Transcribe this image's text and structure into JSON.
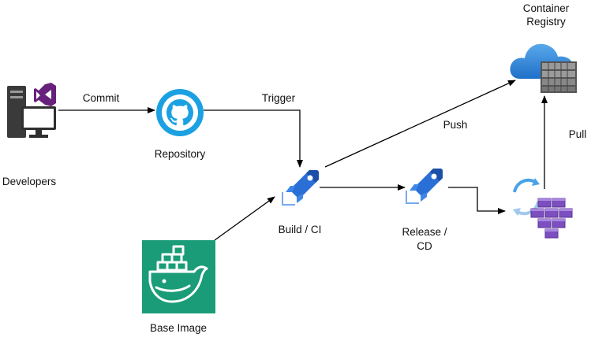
{
  "nodes": {
    "developers": {
      "label": "Developers",
      "icon": "developer-workstation-icon"
    },
    "repository": {
      "label": "Repository",
      "icon": "github-icon"
    },
    "build_ci": {
      "label": "Build / CI",
      "icon": "azure-pipelines-icon"
    },
    "release_cd": {
      "label_line1": "Release /",
      "label_line2": "CD",
      "icon": "azure-pipelines-icon"
    },
    "base_image": {
      "label": "Base Image",
      "icon": "docker-icon"
    },
    "container_registry": {
      "label_line1": "Container",
      "label_line2": "Registry",
      "icon": "azure-container-registry-icon"
    },
    "kubernetes": {
      "icon": "kubernetes-service-icon"
    }
  },
  "edges": {
    "commit": "Commit",
    "trigger": "Trigger",
    "push": "Push",
    "pull": "Pull"
  },
  "colors": {
    "github_blue": "#1ba1e2",
    "pipeline_blue": "#2a6fd6",
    "docker_green": "#1a9c78",
    "vs_purple": "#68217a",
    "aks_purple": "#7b4fbf",
    "arrow": "#000000"
  }
}
